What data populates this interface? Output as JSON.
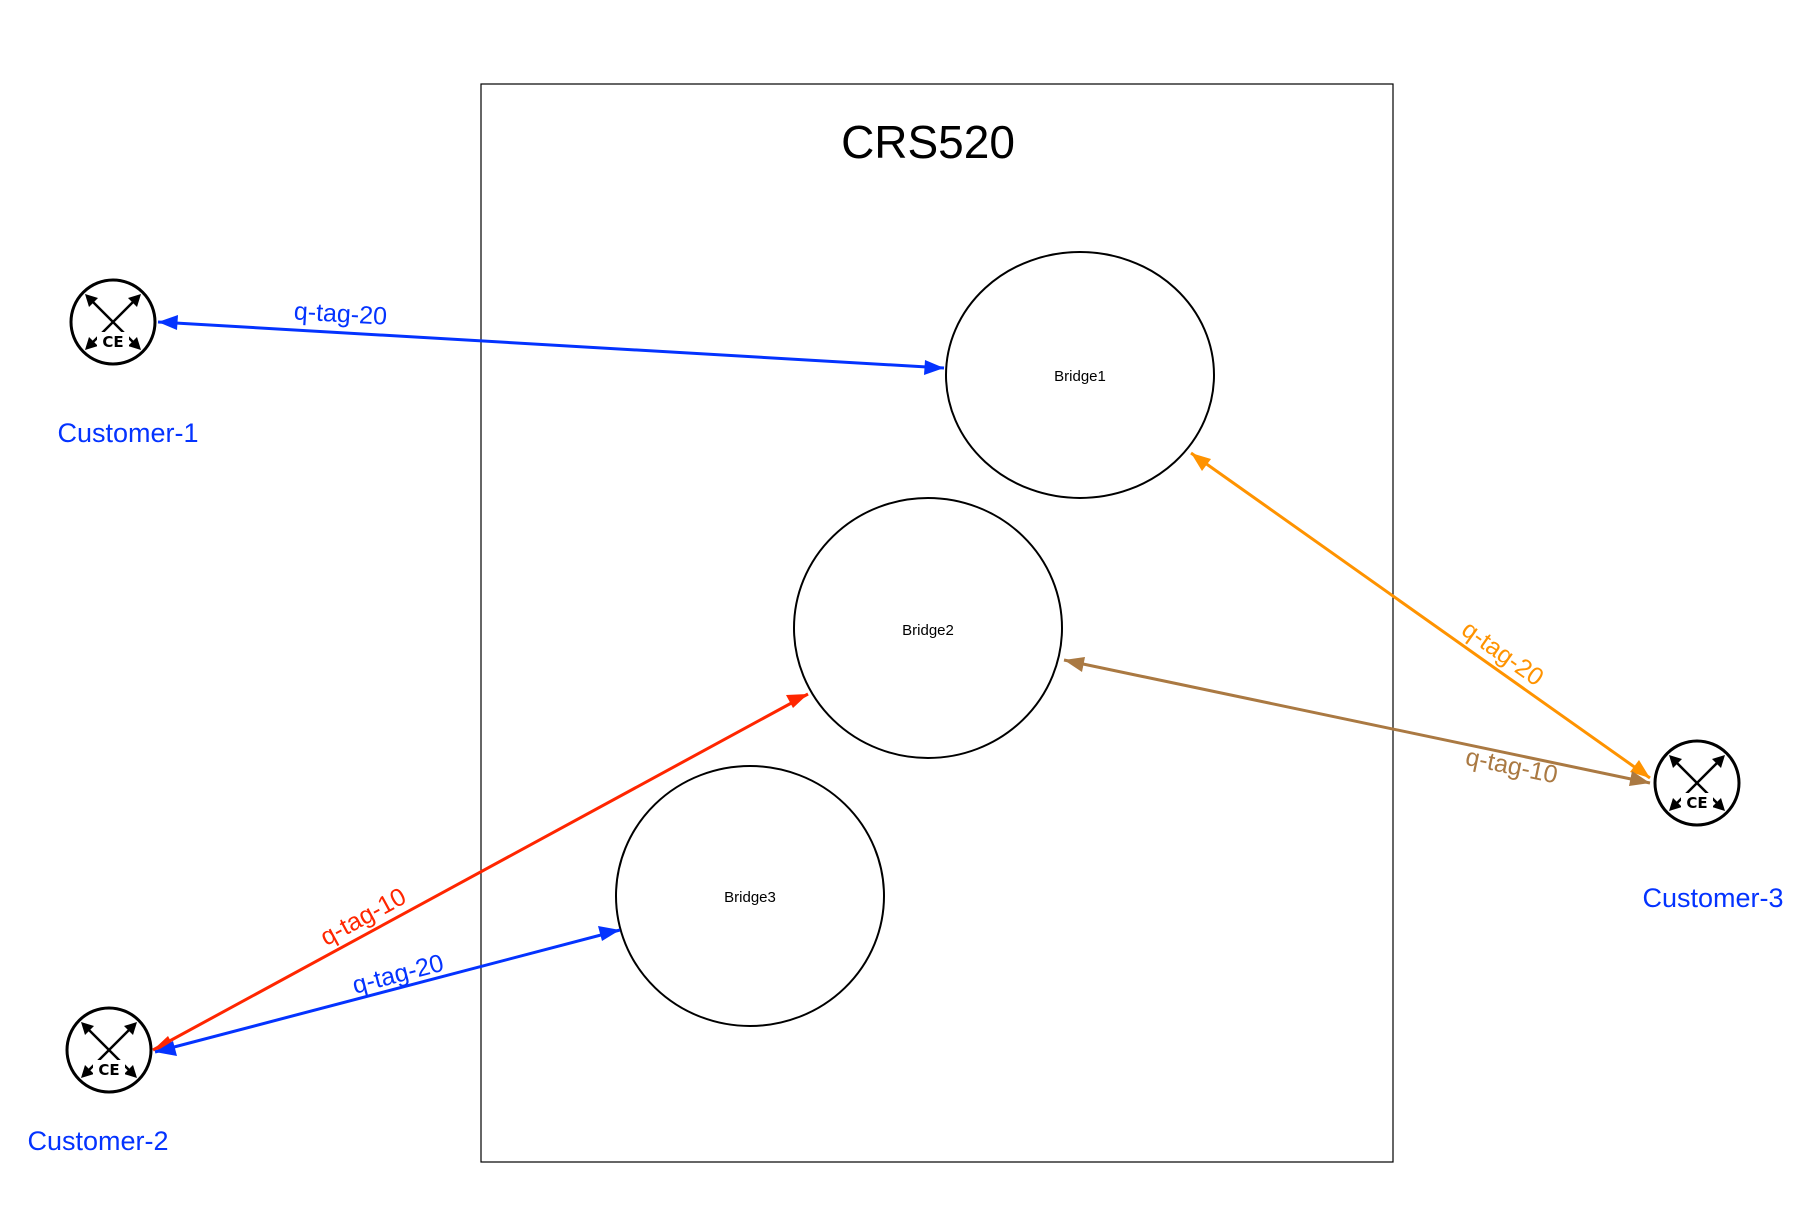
{
  "diagram": {
    "title": "CRS520",
    "bridges": [
      {
        "id": "bridge1",
        "label": "Bridge1"
      },
      {
        "id": "bridge2",
        "label": "Bridge2"
      },
      {
        "id": "bridge3",
        "label": "Bridge3"
      }
    ],
    "customers": [
      {
        "id": "customer1",
        "label": "Customer-1",
        "device": "CE"
      },
      {
        "id": "customer2",
        "label": "Customer-2",
        "device": "CE"
      },
      {
        "id": "customer3",
        "label": "Customer-3",
        "device": "CE"
      }
    ],
    "links": [
      {
        "from": "customer1",
        "to": "bridge1",
        "label": "q-tag-20"
      },
      {
        "from": "customer2",
        "to": "bridge2",
        "label": "q-tag-10"
      },
      {
        "from": "customer2",
        "to": "bridge3",
        "label": "q-tag-20"
      },
      {
        "from": "customer3",
        "to": "bridge1",
        "label": "q-tag-20"
      },
      {
        "from": "customer3",
        "to": "bridge2",
        "label": "q-tag-10"
      }
    ],
    "colors": {
      "customer_label": "#0433ff",
      "link_blue": "#0433ff",
      "link_red": "#ff2600",
      "link_orange": "#ff9300",
      "link_brown": "#aa7942"
    }
  }
}
